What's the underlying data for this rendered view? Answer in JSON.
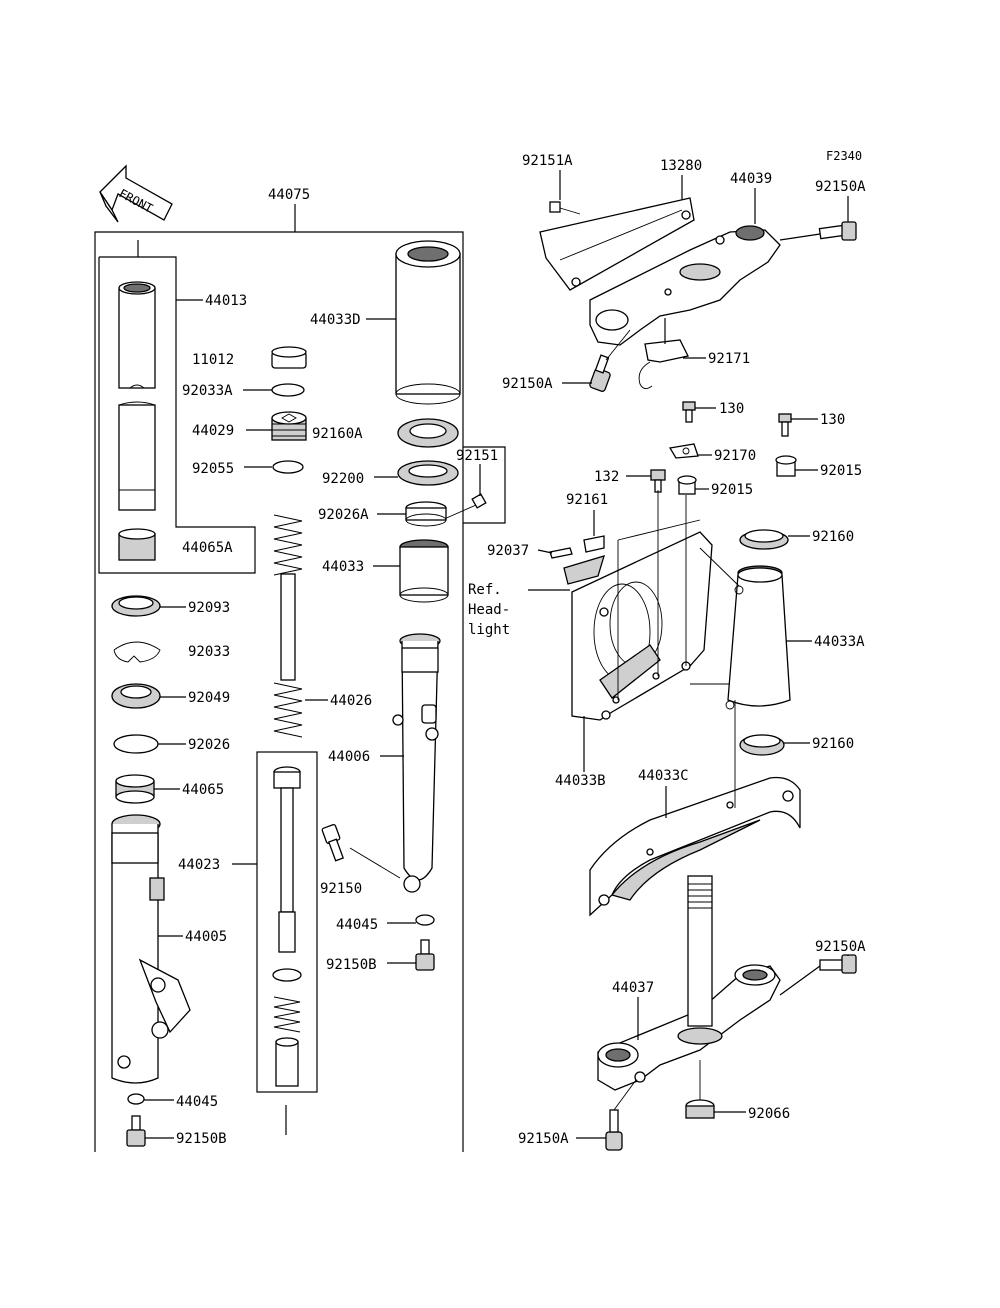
{
  "figure_code": "F2340",
  "front_arrow_text": "FRONT",
  "ref_note": [
    "Ref.",
    "Head-",
    "light"
  ],
  "labels": {
    "p44075": "44075",
    "p44013": "44013",
    "p11012": "11012",
    "p92033A": "92033A",
    "p44029": "44029",
    "p92055": "92055",
    "p44065A": "44065A",
    "p92093": "92093",
    "p92033": "92033",
    "p92049": "92049",
    "p92026": "92026",
    "p44065": "44065",
    "p44023": "44023",
    "p44005": "44005",
    "p44045L": "44045",
    "p92150BL": "92150B",
    "p44033D": "44033D",
    "p92160A": "92160A",
    "p92200": "92200",
    "p92151": "92151",
    "p92026A": "92026A",
    "p44033": "44033",
    "p44026": "44026",
    "p44006": "44006",
    "p92150": "92150",
    "p44045R": "44045",
    "p92150BR": "92150B",
    "p92151A": "92151A",
    "p13280": "13280",
    "p44039": "44039",
    "p92150A_t": "92150A",
    "p92171": "92171",
    "p92150A_tl": "92150A",
    "p130a": "130",
    "p130b": "130",
    "p92170": "92170",
    "p132": "132",
    "p92015a": "92015",
    "p92015b": "92015",
    "p92161": "92161",
    "p92037": "92037",
    "p92160_t": "92160",
    "p44033A": "44033A",
    "p44033B": "44033B",
    "p92160_b": "92160",
    "p44033C": "44033C",
    "p92150A_m": "92150A",
    "p44037": "44037",
    "p92066": "92066",
    "p92150A_b": "92150A"
  }
}
